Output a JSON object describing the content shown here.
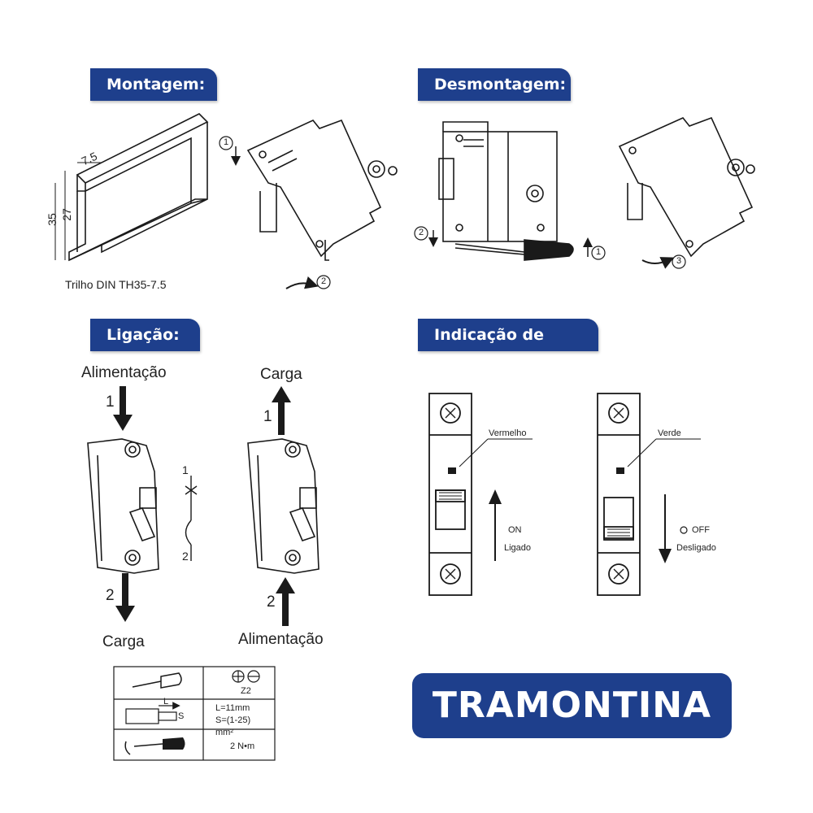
{
  "sections": {
    "mounting": "Montagem:",
    "dismounting": "Desmontagem:",
    "wiring": "Ligação:",
    "status": "Indicação de Status:"
  },
  "rail": {
    "caption": "Trilho DIN TH35-7.5",
    "dim_width": "7.5",
    "dim_height_outer": "35",
    "dim_height_inner": "27"
  },
  "steps": {
    "one": "1",
    "two": "2",
    "three": "3"
  },
  "wiring": {
    "left_top": "Alimentação",
    "left_bottom": "Carga",
    "right_top": "Carga",
    "right_bottom": "Alimentação",
    "terminal_1": "1",
    "terminal_2": "2"
  },
  "status": {
    "red_label": "Vermelho",
    "green_label": "Verde",
    "on_label": "ON",
    "on_desc": "Ligado",
    "off_label": "OFF",
    "off_desc": "Desligado"
  },
  "torque_table": {
    "screw_type": "Z2",
    "strip_length": "L=11mm",
    "section": "S=(1-25)",
    "section_unit": "mm²",
    "torque": "2 N•m",
    "l_marker": "L",
    "s_marker": "S"
  },
  "brand": "TRAMONTINA",
  "colors": {
    "accent": "#1e3f8c",
    "line": "#1a1a1a"
  }
}
